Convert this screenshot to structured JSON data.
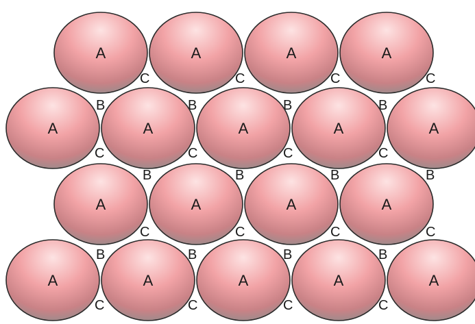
{
  "diagram": {
    "colors": {
      "sphere_highlight": "#fde3e3",
      "sphere_mid": "#f2a3a6",
      "sphere_edge": "#c98286",
      "sphere_shadow": "#8e8e8e",
      "outline": "#2a2a2a",
      "text": "#1a1a1a"
    },
    "sphere_label": "A",
    "b_label": "B",
    "c_label": "C",
    "rows": [
      {
        "label": "A",
        "count": 4
      },
      {
        "label": "A",
        "count": 5
      },
      {
        "label": "A",
        "count": 4
      },
      {
        "label": "A",
        "count": 5
      }
    ],
    "visible_labels": {
      "A_count": 18,
      "B_count": 12,
      "C_count": 16
    }
  }
}
